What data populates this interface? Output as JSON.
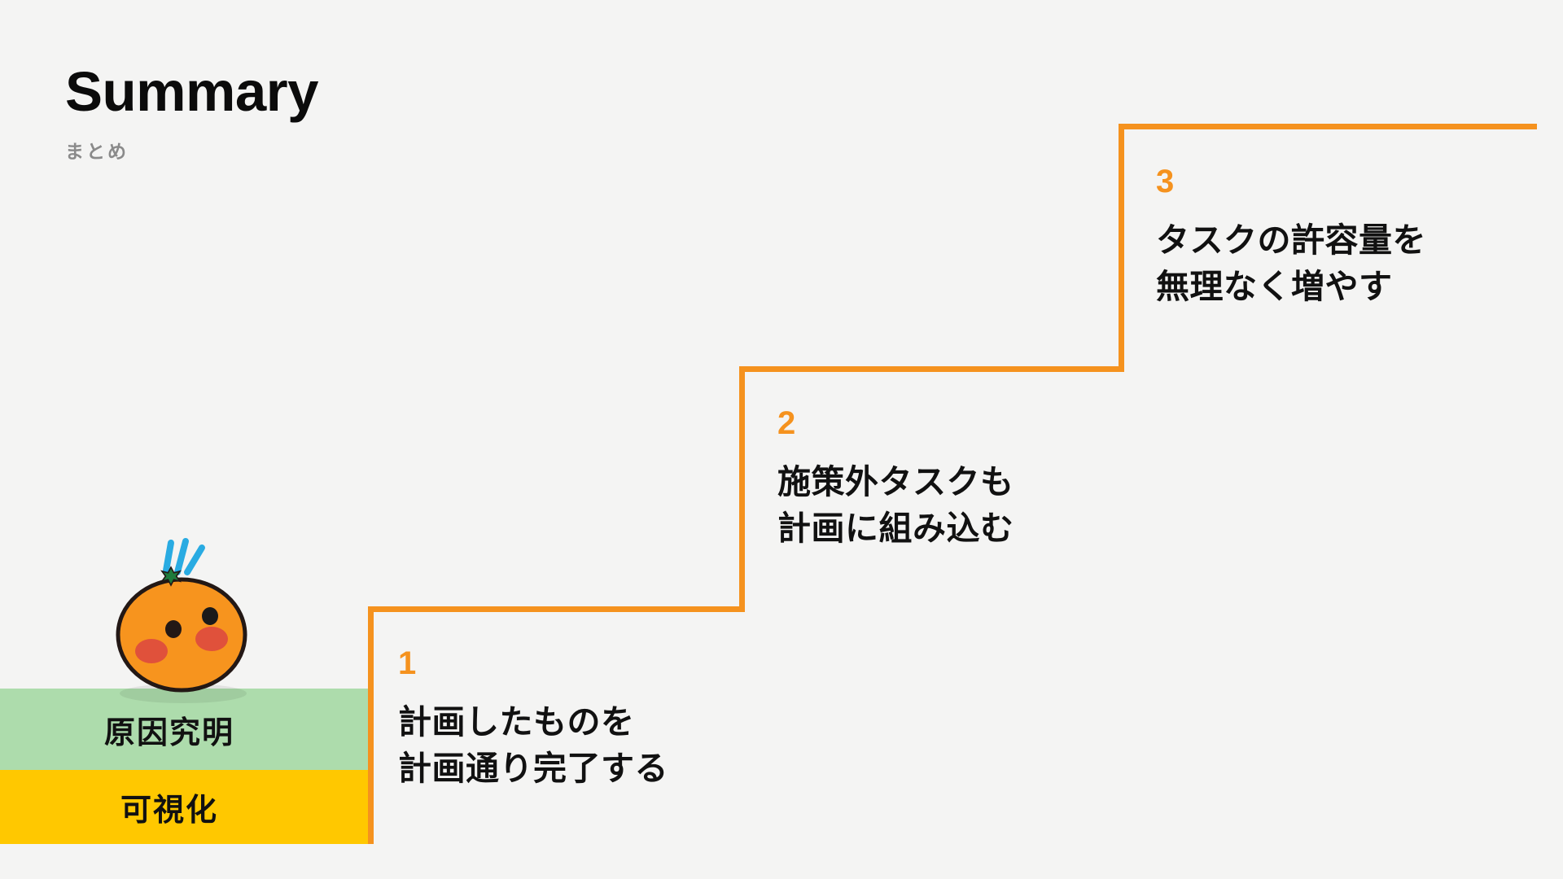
{
  "header": {
    "title": "Summary",
    "subtitle": "まとめ"
  },
  "colors": {
    "background": "#F4F4F3",
    "accent_orange": "#F5921E",
    "bar_green": "#ADDCAC",
    "bar_yellow": "#FFC800",
    "text_dark": "#111111",
    "subtitle_gray": "#8A8A8A",
    "sparkle_blue": "#29ABE2",
    "mascot_body": "#F7941E",
    "mascot_outline": "#231815",
    "mascot_cheek": "#E0513B",
    "mascot_eye": "#231815",
    "mascot_stem": "#1E7B3C"
  },
  "foundation_bars": [
    {
      "label": "原因究明",
      "color": "#ADDCAC"
    },
    {
      "label": "可視化",
      "color": "#FFC800"
    }
  ],
  "steps": [
    {
      "number": "1",
      "lines": [
        "計画したものを",
        "計画通り完了する"
      ]
    },
    {
      "number": "2",
      "lines": [
        "施策外タスクも",
        "計画に組み込む"
      ]
    },
    {
      "number": "3",
      "lines": [
        "タスクの許容量を",
        "無理なく増やす"
      ]
    }
  ],
  "mascot": {
    "name": "mikan-character",
    "sparkle_count": 3
  }
}
